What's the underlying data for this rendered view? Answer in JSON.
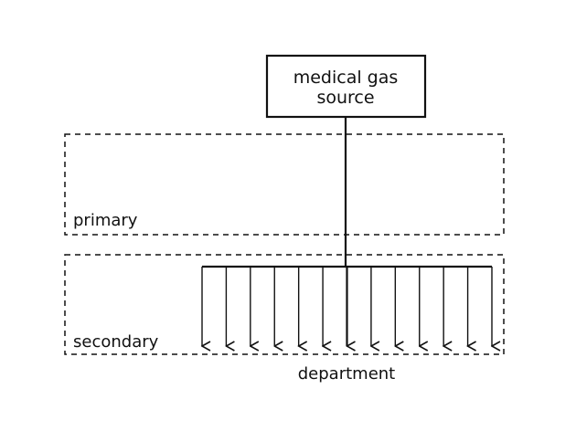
{
  "diagram": {
    "source": {
      "lines": [
        "medical gas",
        "source"
      ]
    },
    "zones": {
      "primary": "primary",
      "secondary": "secondary"
    },
    "destination": "department",
    "branch_count": 13
  }
}
